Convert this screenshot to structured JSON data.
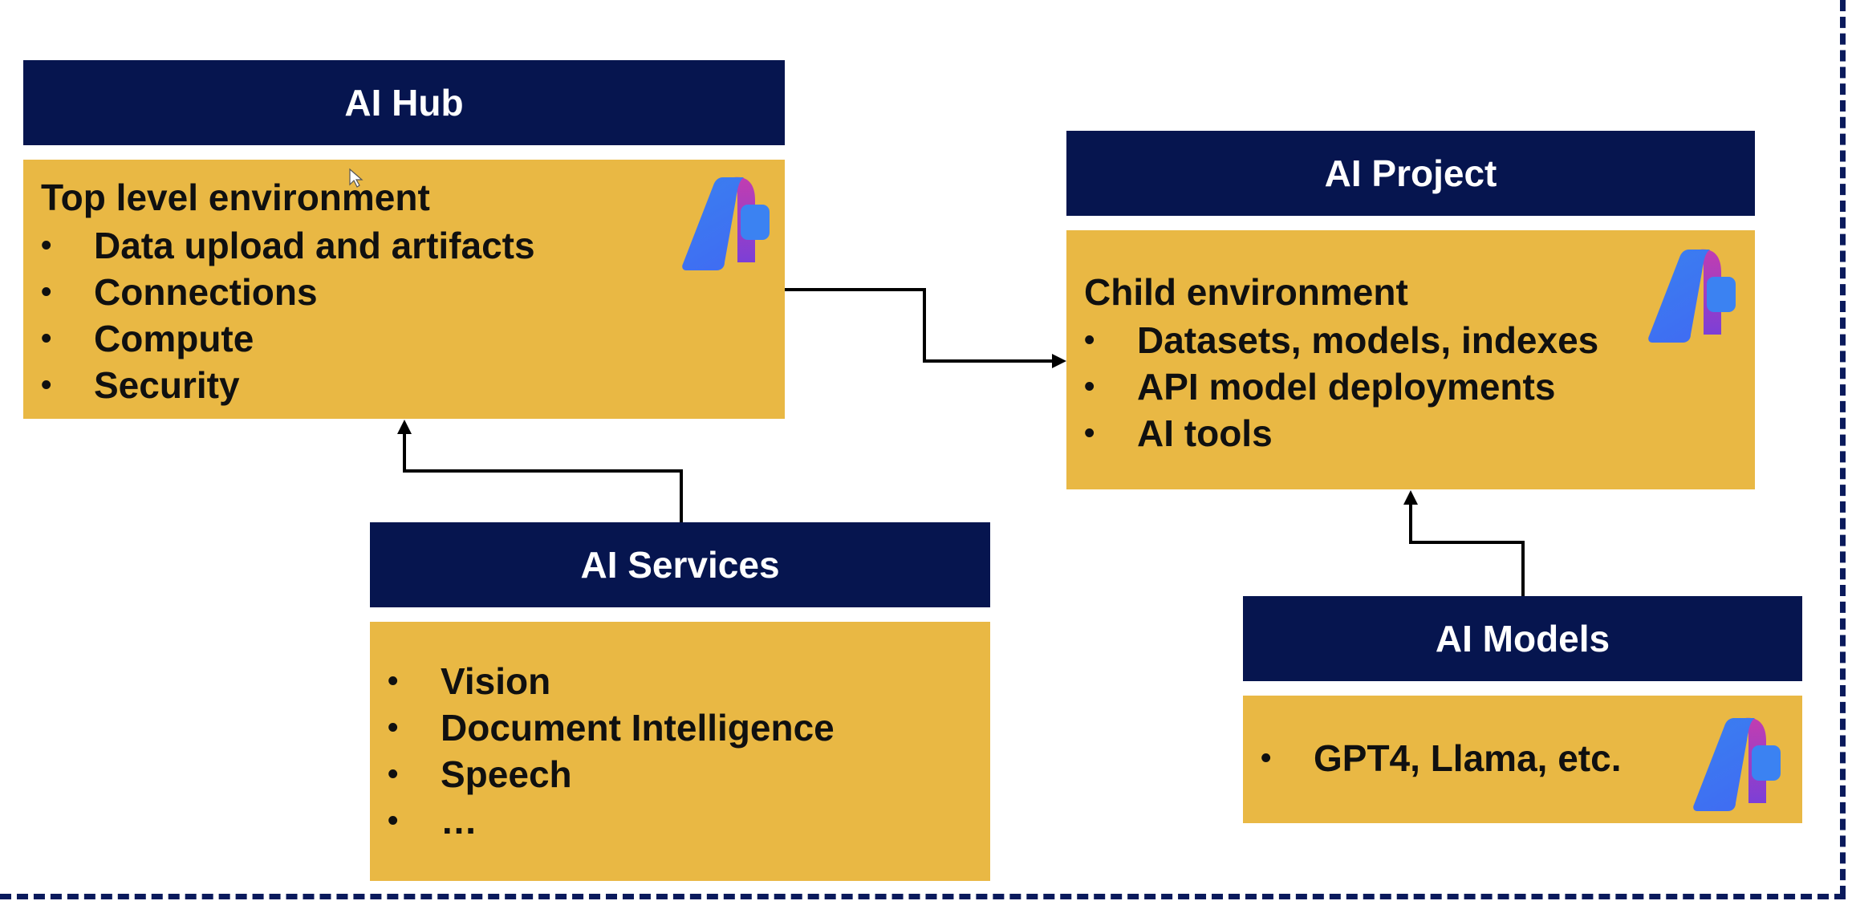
{
  "hub": {
    "title": "AI Hub",
    "intro": "Top level environment",
    "bullets": [
      "Data upload and artifacts",
      "Connections",
      "Compute",
      "Security"
    ]
  },
  "project": {
    "title": "AI Project",
    "intro": "Child environment",
    "bullets": [
      "Datasets, models, indexes",
      "API model deployments",
      "AI tools"
    ]
  },
  "services": {
    "title": "AI Services",
    "bullets": [
      "Vision",
      "Document Intelligence",
      "Speech",
      "…"
    ]
  },
  "models": {
    "title": "AI Models",
    "bullets": [
      "GPT4, Llama, etc."
    ]
  },
  "colors": {
    "header_navy": "#06154f",
    "body_gold": "#e9b844",
    "connector": "#000000",
    "frame_dash": "#0a1a5c"
  },
  "icons": [
    "azure-ai-studio-logo-icon"
  ]
}
